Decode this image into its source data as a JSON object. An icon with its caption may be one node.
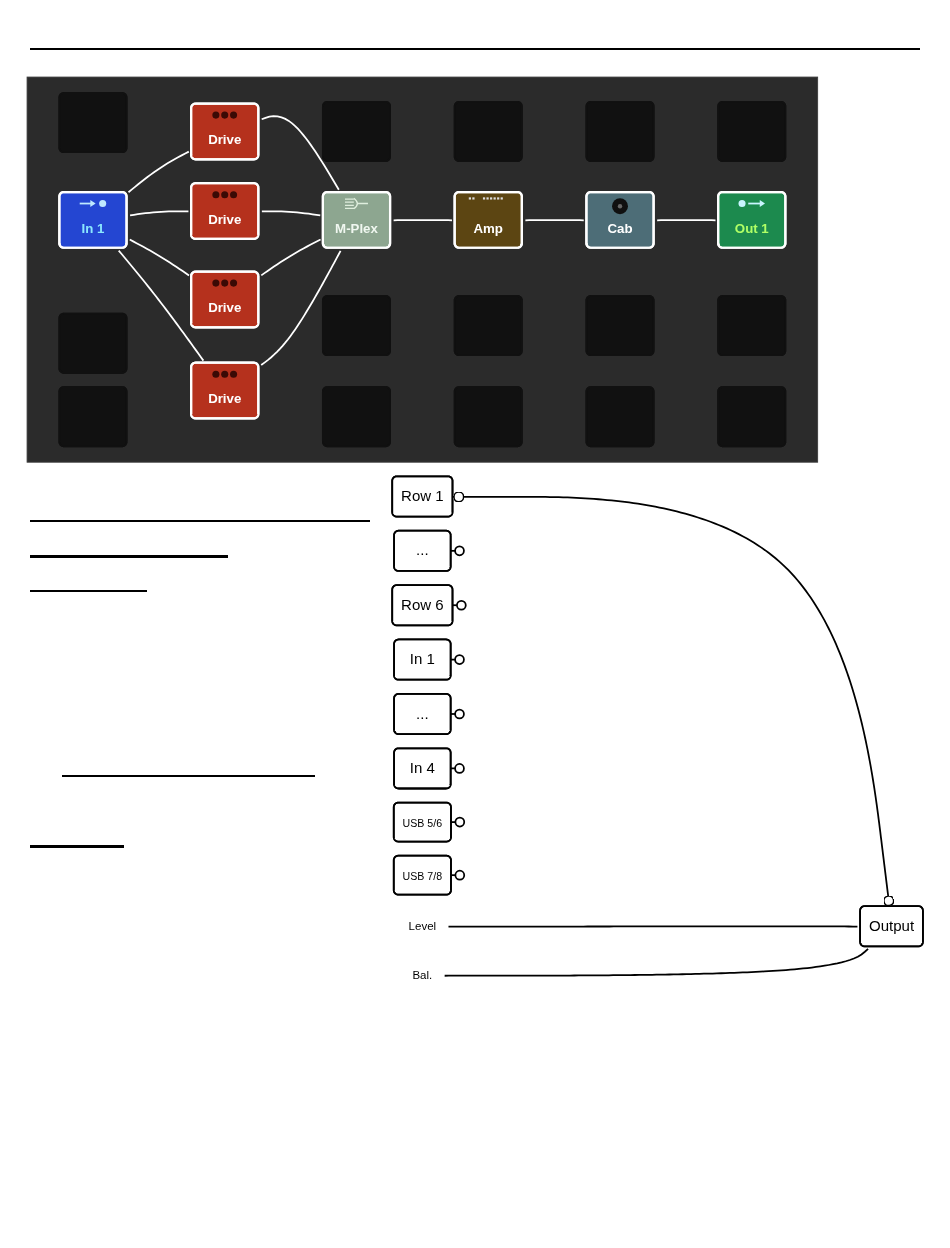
{
  "diagram": {
    "nodes": [
      {
        "text": [
          "Row 1"
        ]
      },
      {
        "text": [
          "..."
        ]
      },
      {
        "text": [
          "Row 6"
        ]
      },
      {
        "text": [
          "In 1"
        ]
      },
      {
        "text": [
          "..."
        ]
      },
      {
        "text": [
          "In 4"
        ]
      },
      {
        "text": [
          "USB 5/6"
        ]
      },
      {
        "text": [
          "USB 7/8"
        ]
      },
      {
        "text": [
          "Output"
        ]
      },
      {
        "text": [
          "Level"
        ]
      },
      {
        "text": [
          "Bal."
        ]
      },
      {
        "text": [],
        "shape": "box"
      },
      {
        "text": [],
        "shape": "box",
        "in": 11
      },
      {
        "text": [
          "Drive"
        ],
        "in": 11
      },
      {
        "text": [],
        "shape": "box",
        "in": 11
      },
      {
        "text": [],
        "shape": "box",
        "in": 11
      },
      {
        "text": [],
        "shape": "box",
        "in": 11
      },
      {
        "text": [],
        "shape": "box",
        "in": 11
      },
      {
        "text": [
          "In 1"
        ],
        "in": 11
      },
      {
        "text": [
          "Drive"
        ],
        "in": 11
      },
      {
        "text": [
          "M-Plex"
        ],
        "in": 11
      },
      {
        "text": [
          "Amp"
        ],
        "in": 11
      },
      {
        "text": [
          "Cab"
        ],
        "in": 11
      },
      {
        "text": [
          "Out 1"
        ],
        "in": 11
      },
      {
        "text": [],
        "shape": "box",
        "in": 11
      },
      {
        "text": [
          "Drive"
        ],
        "in": 11
      },
      {
        "text": [],
        "shape": "box",
        "in": 11
      },
      {
        "text": [],
        "shape": "box",
        "in": 11
      },
      {
        "text": [],
        "shape": "box",
        "in": 11
      },
      {
        "text": [],
        "shape": "box",
        "in": 11
      },
      {
        "text": [],
        "shape": "box",
        "in": 11
      },
      {
        "text": [
          "Drive"
        ],
        "in": 11
      },
      {
        "text": [],
        "shape": "box",
        "in": 11
      },
      {
        "text": [],
        "shape": "box",
        "in": 11
      },
      {
        "text": [],
        "shape": "box",
        "in": 11
      },
      {
        "text": [],
        "shape": "box",
        "in": 11
      }
    ],
    "edges": [
      {
        "from": 0,
        "to": 8,
        "arrow": "other",
        "color": "#000000"
      },
      {
        "from": 9,
        "to": 8,
        "arrow": "none",
        "color": "#000000"
      },
      {
        "from": 10,
        "to": 8,
        "arrow": "none",
        "color": "#000000"
      },
      {
        "from": 18,
        "to": 13,
        "arrow": "none"
      },
      {
        "from": 18,
        "to": 19,
        "arrow": "none"
      },
      {
        "from": 18,
        "to": 25,
        "arrow": "none"
      },
      {
        "from": 18,
        "to": 31,
        "arrow": "none"
      },
      {
        "from": 13,
        "to": 20,
        "arrow": "none"
      },
      {
        "from": 19,
        "to": 20,
        "arrow": "none"
      },
      {
        "from": 25,
        "to": 20,
        "arrow": "none"
      },
      {
        "from": 31,
        "to": 20,
        "arrow": "none"
      },
      {
        "from": 20,
        "to": 21,
        "arrow": "none"
      },
      {
        "from": 21,
        "to": 22,
        "arrow": "none"
      },
      {
        "from": 22,
        "to": 23,
        "arrow": "none"
      }
    ]
  }
}
